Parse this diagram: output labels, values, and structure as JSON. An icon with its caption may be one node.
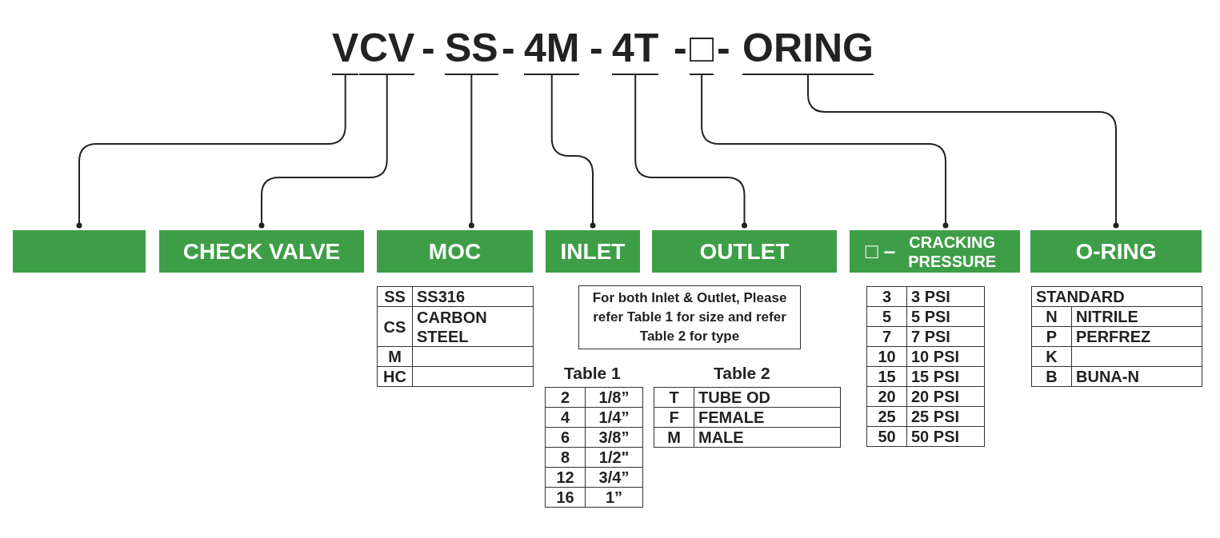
{
  "diagram": {
    "nodes": [
      {
        "text": [
          "V"
        ]
      },
      {
        "text": [
          "CV"
        ]
      },
      {
        "text": [
          "SS"
        ]
      },
      {
        "text": [
          "4M"
        ]
      },
      {
        "text": [
          "4T"
        ]
      },
      {
        "text": [
          "□"
        ]
      },
      {
        "text": [
          "ORING"
        ]
      },
      {
        "text": [],
        "shape": "box"
      },
      {
        "text": [
          "CHECK VALVE"
        ]
      },
      {
        "text": [
          "MOC"
        ]
      },
      {
        "text": [
          "INLET"
        ]
      },
      {
        "text": [
          "OUTLET"
        ]
      },
      {
        "text": [
          "□ –",
          "CRACKING PRESSURE"
        ]
      },
      {
        "text": [
          "O-RING"
        ]
      },
      {
        "text": [
          "For both Inlet & Outlet, Please refer Table 1 for size and refer Table 2 for type"
        ]
      }
    ],
    "edges": [
      {
        "from": 0,
        "to": 7,
        "arrow": "other"
      },
      {
        "from": 1,
        "to": 8,
        "arrow": "other"
      },
      {
        "from": 2,
        "to": 9,
        "arrow": "other"
      },
      {
        "from": 3,
        "to": 10,
        "arrow": "other"
      },
      {
        "from": 4,
        "to": 11,
        "arrow": "other"
      },
      {
        "from": 5,
        "to": 12,
        "arrow": "other"
      },
      {
        "from": 6,
        "to": 13,
        "arrow": "other"
      }
    ],
    "labels": [
      "-",
      "-",
      "-",
      "-",
      "-",
      "SS",
      "SS316",
      "CS",
      "CARBON STEEL",
      "M",
      "HC",
      "Table 1",
      "2",
      "1/8”",
      "4",
      "1/4”",
      "6",
      "3/8”",
      "8",
      "1/2\"",
      "12",
      "3/4”",
      "16",
      "1”",
      "Table 2",
      "T",
      "TUBE OD",
      "F",
      "FEMALE",
      "M",
      "MALE",
      "3",
      "3 PSI",
      "5",
      "5 PSI",
      "7",
      "7 PSI",
      "10",
      "10 PSI",
      "15",
      "15 PSI",
      "20",
      "20 PSI",
      "25",
      "25 PSI",
      "50",
      "50 PSI",
      "STANDARD",
      "N",
      "NITRILE",
      "P",
      "PERFREZ",
      "K",
      "B",
      "BUNA-N"
    ]
  }
}
